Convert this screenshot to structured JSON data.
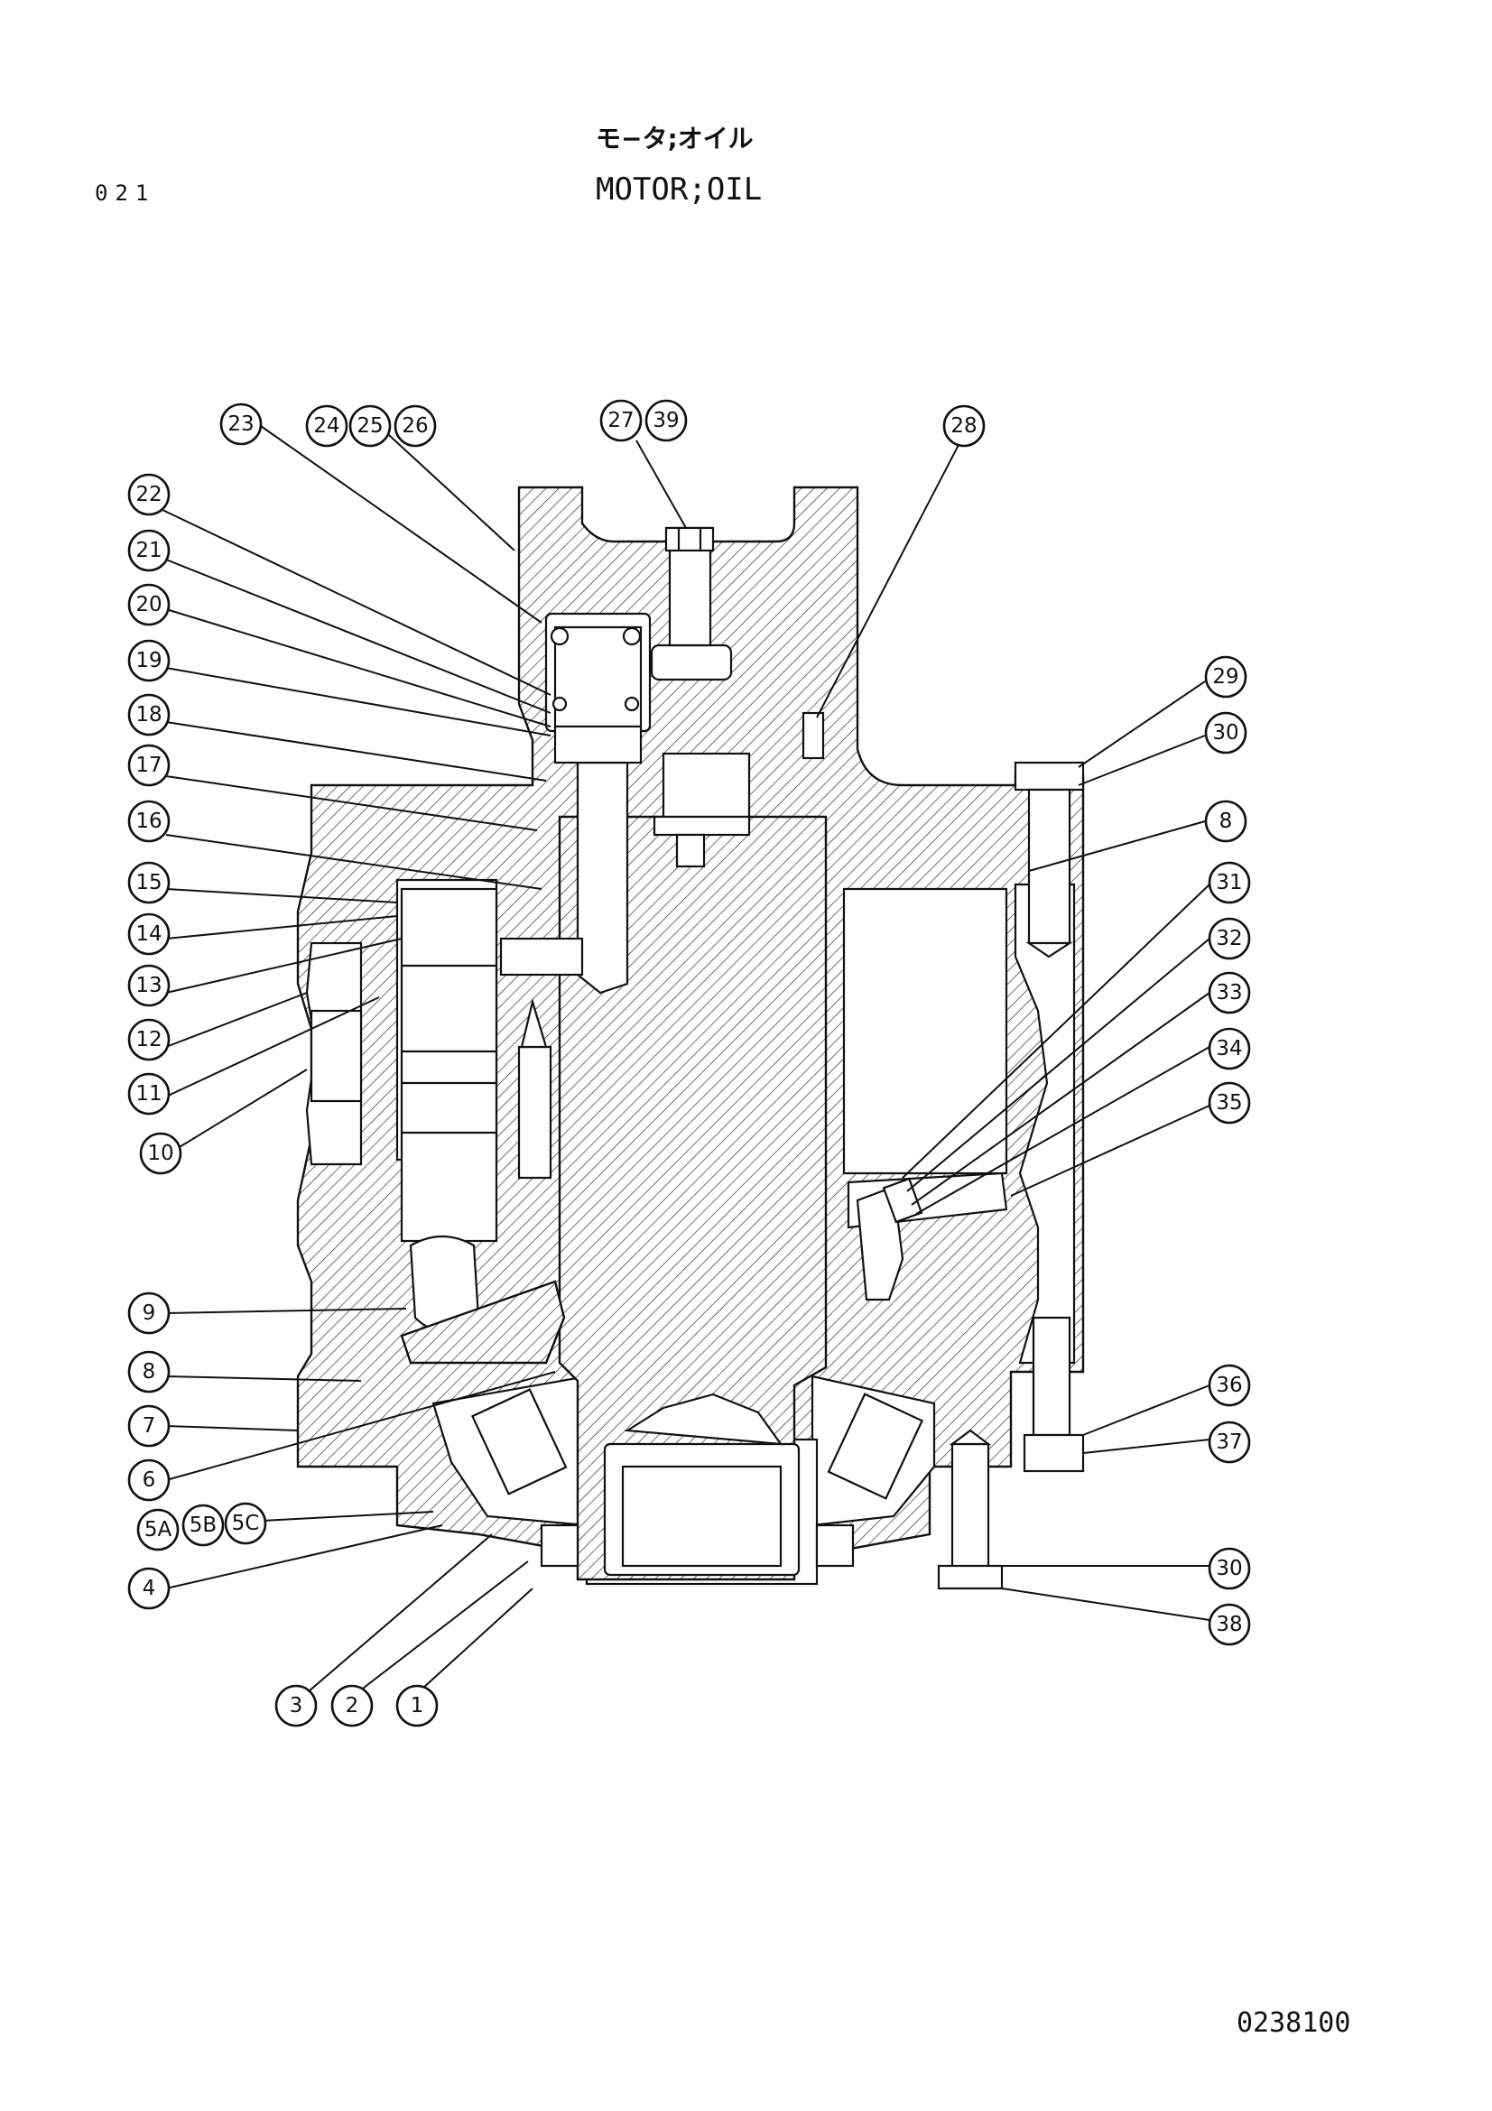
{
  "header": {
    "page_number": "021",
    "title_jp": "モ−タ;オイル",
    "title_en": "MOTOR;OIL"
  },
  "footer": {
    "drawing_number": "0238100"
  },
  "callouts": [
    {
      "id": "c23",
      "label": "23"
    },
    {
      "id": "c24",
      "label": "24"
    },
    {
      "id": "c25",
      "label": "25"
    },
    {
      "id": "c26",
      "label": "26"
    },
    {
      "id": "c27",
      "label": "27"
    },
    {
      "id": "c39",
      "label": "39"
    },
    {
      "id": "c28",
      "label": "28"
    },
    {
      "id": "c22",
      "label": "22"
    },
    {
      "id": "c21",
      "label": "21"
    },
    {
      "id": "c20",
      "label": "20"
    },
    {
      "id": "c19",
      "label": "19"
    },
    {
      "id": "c18",
      "label": "18"
    },
    {
      "id": "c17",
      "label": "17"
    },
    {
      "id": "c16",
      "label": "16"
    },
    {
      "id": "c15",
      "label": "15"
    },
    {
      "id": "c14",
      "label": "14"
    },
    {
      "id": "c13",
      "label": "13"
    },
    {
      "id": "c12",
      "label": "12"
    },
    {
      "id": "c11",
      "label": "11"
    },
    {
      "id": "c10",
      "label": "10"
    },
    {
      "id": "c9",
      "label": "9"
    },
    {
      "id": "c8a",
      "label": "8"
    },
    {
      "id": "c7",
      "label": "7"
    },
    {
      "id": "c6",
      "label": "6"
    },
    {
      "id": "c5A",
      "label": "5A"
    },
    {
      "id": "c5B",
      "label": "5B"
    },
    {
      "id": "c5C",
      "label": "5C"
    },
    {
      "id": "c4",
      "label": "4"
    },
    {
      "id": "c3",
      "label": "3"
    },
    {
      "id": "c2",
      "label": "2"
    },
    {
      "id": "c1",
      "label": "1"
    },
    {
      "id": "c29",
      "label": "29"
    },
    {
      "id": "c30a",
      "label": "30"
    },
    {
      "id": "c8b",
      "label": "8"
    },
    {
      "id": "c31",
      "label": "31"
    },
    {
      "id": "c32",
      "label": "32"
    },
    {
      "id": "c33",
      "label": "33"
    },
    {
      "id": "c34",
      "label": "34"
    },
    {
      "id": "c35",
      "label": "35"
    },
    {
      "id": "c36",
      "label": "36"
    },
    {
      "id": "c37",
      "label": "37"
    },
    {
      "id": "c30b",
      "label": "30"
    },
    {
      "id": "c38",
      "label": "38"
    }
  ]
}
